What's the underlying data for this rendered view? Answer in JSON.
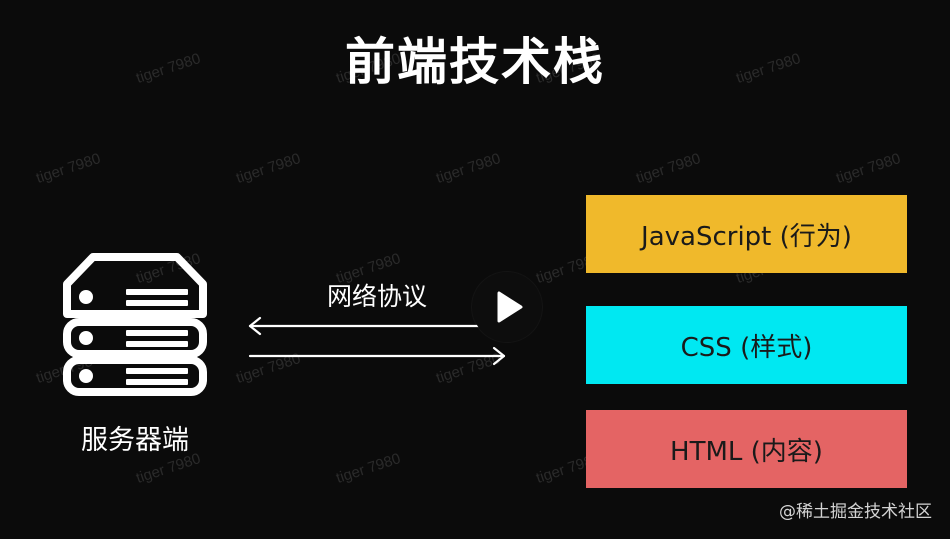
{
  "title": "前端技术栈",
  "server": {
    "icon": "server-icon",
    "label": "服务器端"
  },
  "protocol": {
    "label": "网络协议"
  },
  "layers": [
    {
      "label": "JavaScript (行为)",
      "color": "#f0b92b"
    },
    {
      "label": "CSS (样式)",
      "color": "#00e8f2"
    },
    {
      "label": "HTML (内容)",
      "color": "#e46464"
    }
  ],
  "play_button": {
    "icon": "play-icon"
  },
  "watermark": "tiger 7980",
  "credit": "@稀土掘金技术社区"
}
